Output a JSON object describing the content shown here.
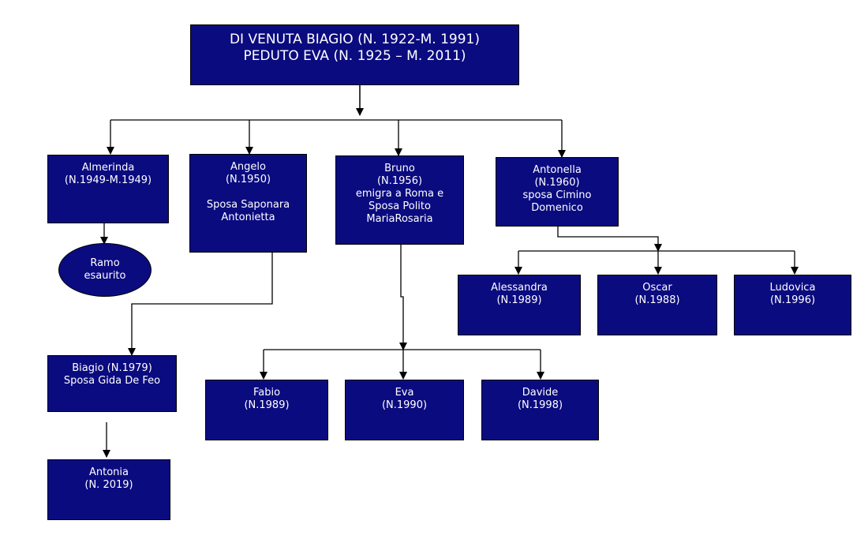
{
  "root": {
    "lines": [
      "DI  VENUTA BIAGIO (N. 1922-M. 1991)",
      "PEDUTO EVA (N. 1925 – M. 2011)"
    ]
  },
  "nodes": {
    "almerinda": [
      "Almerinda",
      "(N.1949-M.1949)"
    ],
    "ramo": [
      "Ramo",
      "esaurito"
    ],
    "angelo": [
      "Angelo",
      "(N.1950)",
      "",
      "Sposa Saponara",
      "Antonietta"
    ],
    "biagio": [
      "Biagio (N.1979)",
      "Sposa Gida De Feo"
    ],
    "antonia": [
      "Antonia",
      "(N. 2019)"
    ],
    "bruno": [
      "Bruno",
      "(N.1956)",
      "emigra a Roma e",
      "Sposa Polito",
      "MariaRosaria"
    ],
    "fabio": [
      "Fabio",
      "(N.1989)"
    ],
    "eva": [
      "Eva",
      "(N.1990)"
    ],
    "davide": [
      "Davide",
      "(N.1998)"
    ],
    "antonella": [
      "Antonella",
      "(N.1960)",
      "sposa Cimino",
      "Domenico"
    ],
    "alessandra": [
      "Alessandra",
      "(N.1989)"
    ],
    "oscar": [
      "Oscar",
      "(N.1988)"
    ],
    "ludovica": [
      "Ludovica",
      "(N.1996)"
    ]
  },
  "colors": {
    "box_fill": "#0b0b80",
    "text": "#ffffff",
    "line": "#000000"
  }
}
